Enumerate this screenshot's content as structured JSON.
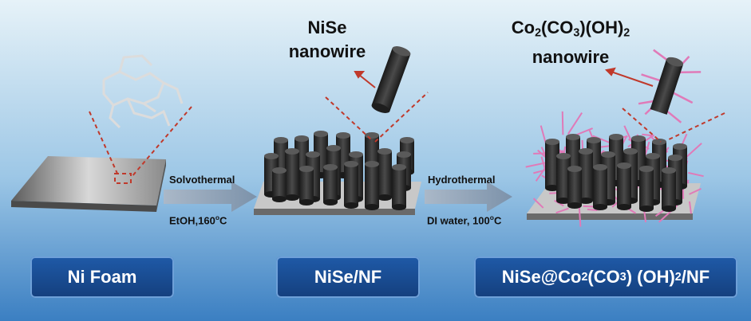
{
  "step1": {
    "material": "Ni Foam"
  },
  "step2": {
    "process": "Solvothermal",
    "conditions_pre": "EtOH,160",
    "conditions_deg": "o",
    "conditions_post": "C",
    "product_label_line1": "NiSe",
    "product_label_line2": "nanowire",
    "material": "NiSe/NF"
  },
  "step3": {
    "process": "Hydrothermal",
    "conditions_pre": "DI water, 100",
    "conditions_deg": "o",
    "conditions_post": "C",
    "product_label": {
      "a": "Co",
      "b": "2",
      "c": "(CO",
      "d": "3",
      "e": ")(OH)",
      "f": "2"
    },
    "product_label_line2": "nanowire",
    "material": {
      "a": "NiSe@Co",
      "b": "2",
      "c": "(CO",
      "d": "3",
      "e": ") (OH)",
      "f": "2",
      "g": "/NF"
    }
  },
  "colors": {
    "background_top": "#dfeef6",
    "background_bottom": "#3a7fc0",
    "badge": "#1a4e96",
    "arrow": "#8aa0b8",
    "nanowire": "#2a2a2a",
    "needle": "#e07ab8",
    "pointer": "#c0392b"
  }
}
